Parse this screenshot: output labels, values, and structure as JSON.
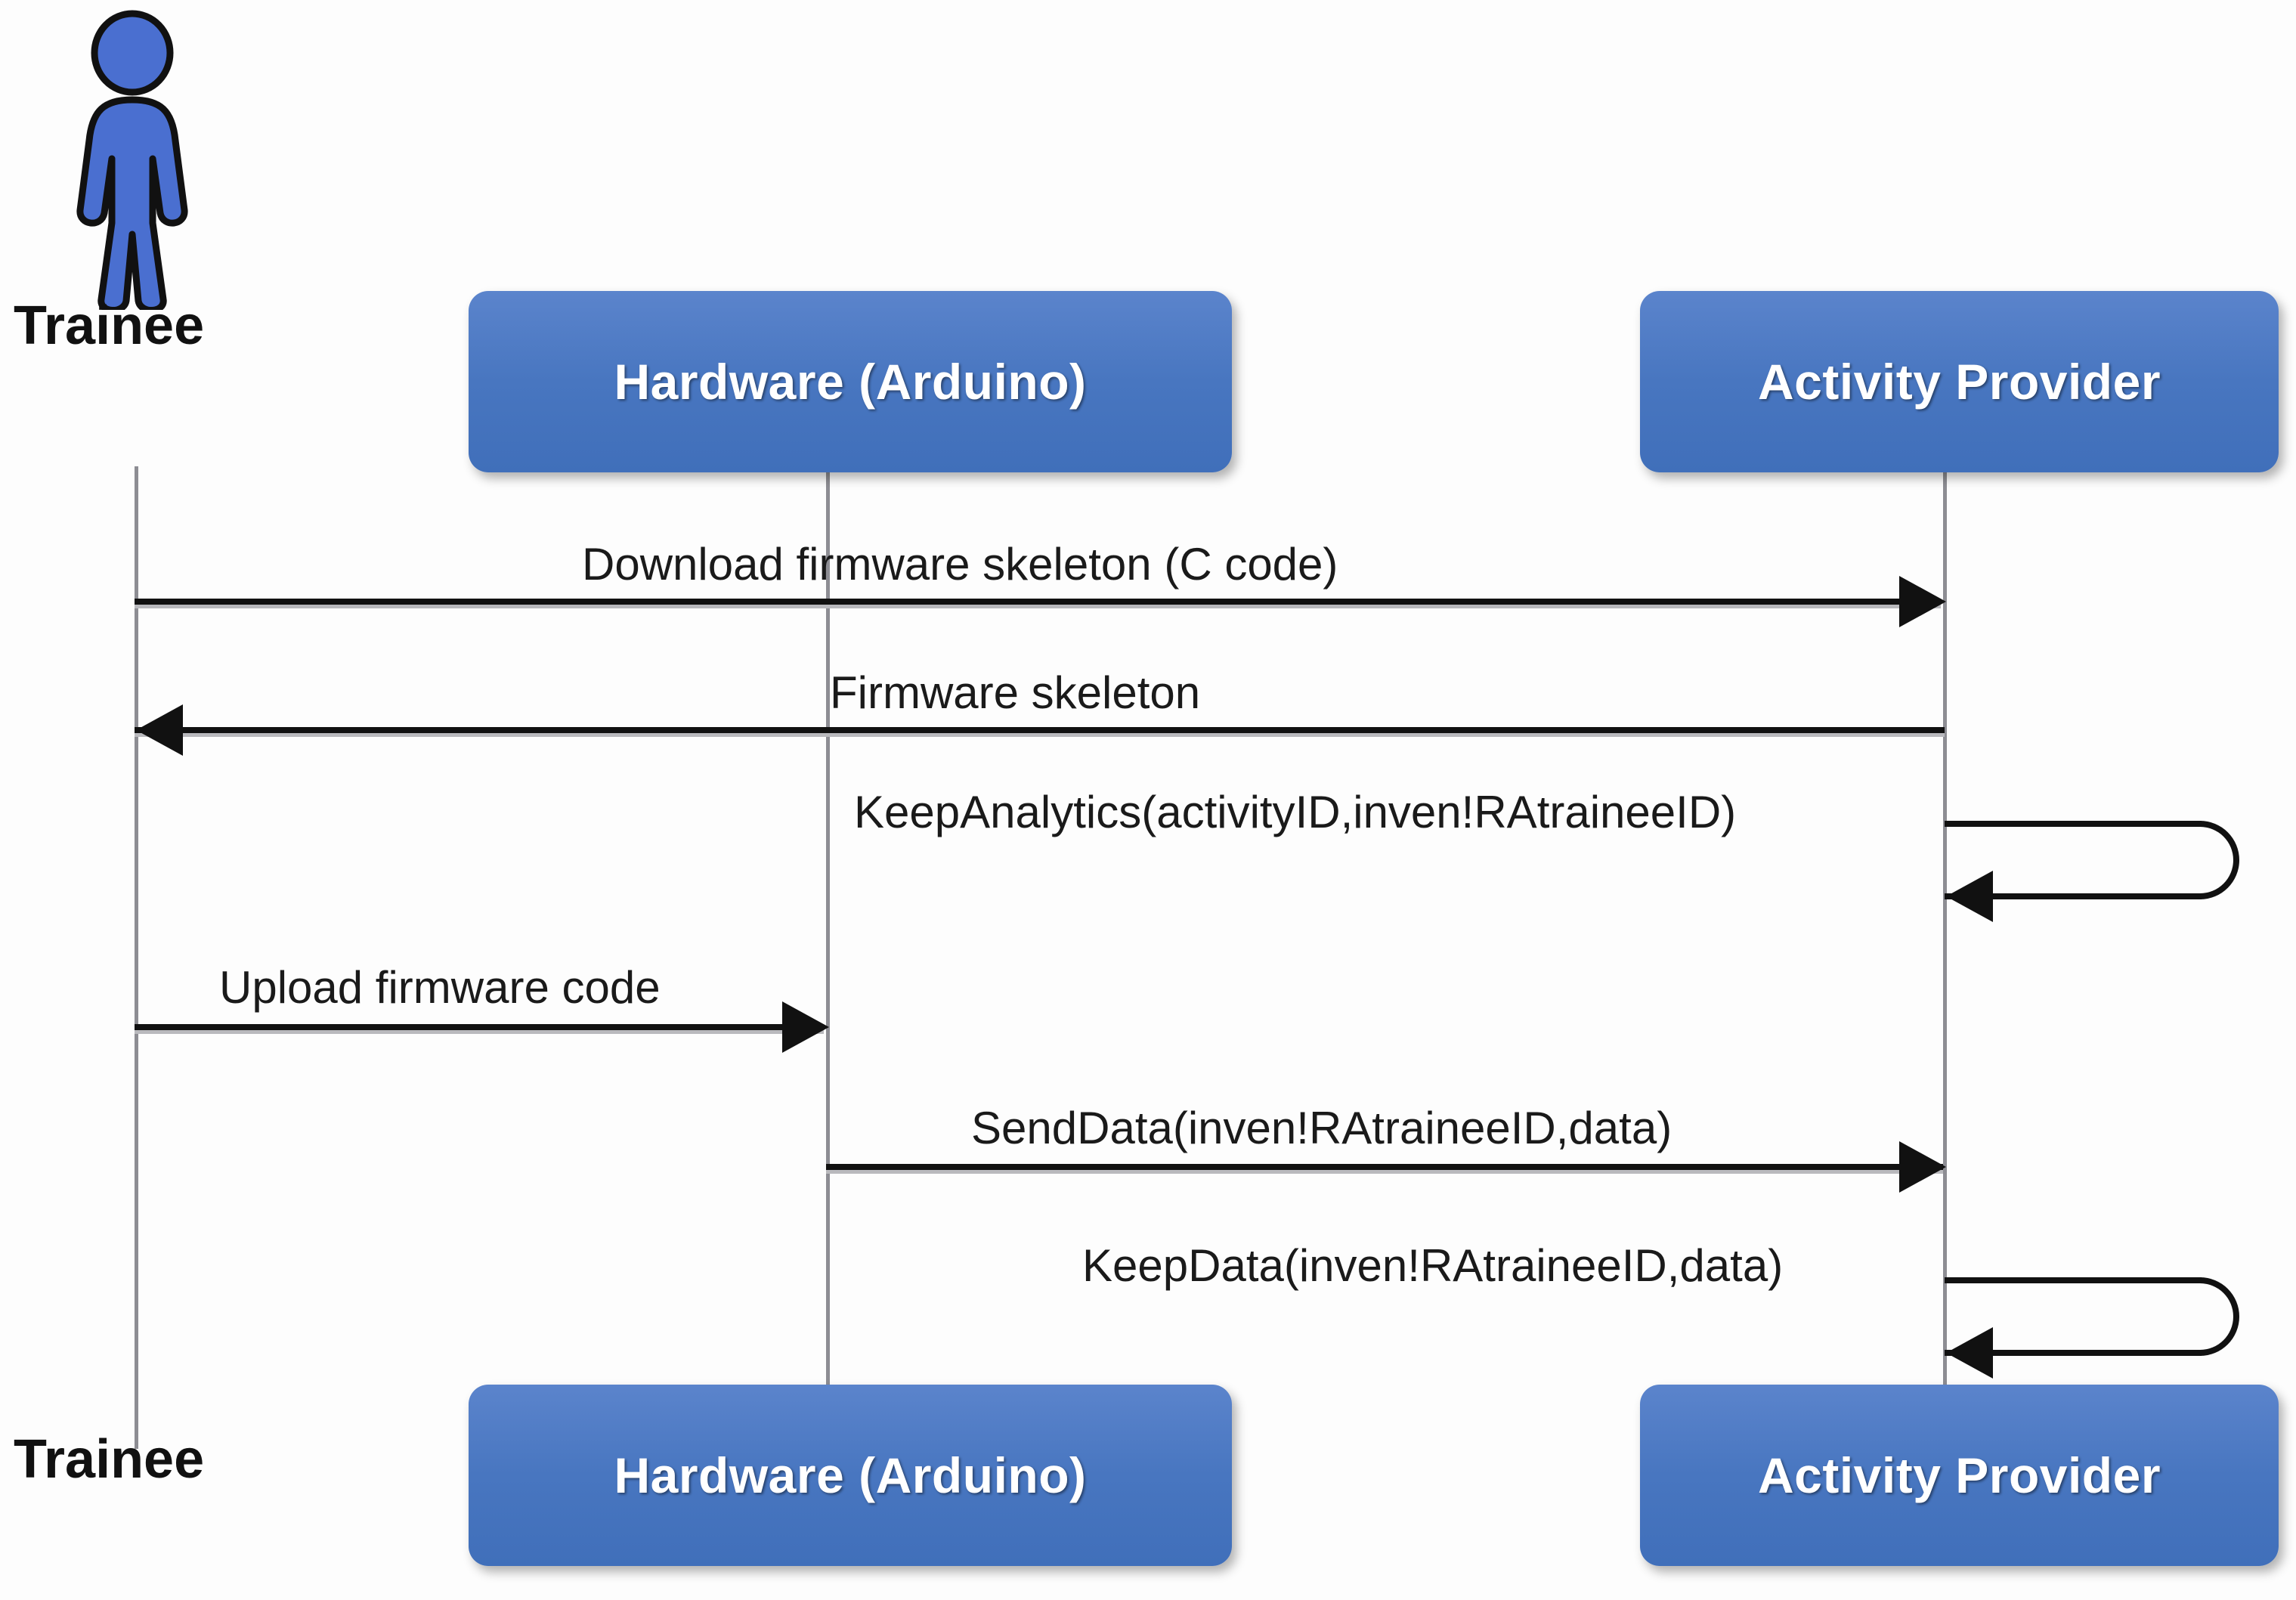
{
  "diagram": {
    "type": "uml-sequence-diagram",
    "title": "",
    "accent_color": "#4a77c2",
    "line_color": "#111111",
    "lifeline_color": "#8d8d93",
    "background": "#ffffff"
  },
  "participants": [
    {
      "id": "trainee",
      "name": "Trainee",
      "kind": "actor",
      "icon": "person-icon",
      "top_label": "Trainee",
      "bottom_label": "Trainee"
    },
    {
      "id": "hardware",
      "name": "Hardware (Arduino)",
      "kind": "object",
      "top_label": "Hardware (Arduino)",
      "bottom_label": "Hardware (Arduino)"
    },
    {
      "id": "activity_provider",
      "name": "Activity Provider",
      "kind": "object",
      "top_label": "Activity Provider",
      "bottom_label": "Activity Provider"
    }
  ],
  "messages": [
    {
      "seq": 1,
      "label": "Download firmware skeleton (C code)",
      "from": "trainee",
      "to": "activity_provider",
      "direction": "right",
      "kind": "call"
    },
    {
      "seq": 2,
      "label": "Firmware skeleton",
      "from": "activity_provider",
      "to": "trainee",
      "direction": "left",
      "kind": "return"
    },
    {
      "seq": 3,
      "label": "KeepAnalytics(activityID,inven!RAtraineeID)",
      "from": "activity_provider",
      "to": "activity_provider",
      "direction": "self",
      "kind": "self-call"
    },
    {
      "seq": 4,
      "label": "Upload firmware code",
      "from": "trainee",
      "to": "hardware",
      "direction": "right",
      "kind": "call"
    },
    {
      "seq": 5,
      "label": "SendData(inven!RAtraineeID,data)",
      "from": "hardware",
      "to": "activity_provider",
      "direction": "right",
      "kind": "call"
    },
    {
      "seq": 6,
      "label": "KeepData(inven!RAtraineeID,data)",
      "from": "activity_provider",
      "to": "activity_provider",
      "direction": "self",
      "kind": "self-call"
    }
  ]
}
